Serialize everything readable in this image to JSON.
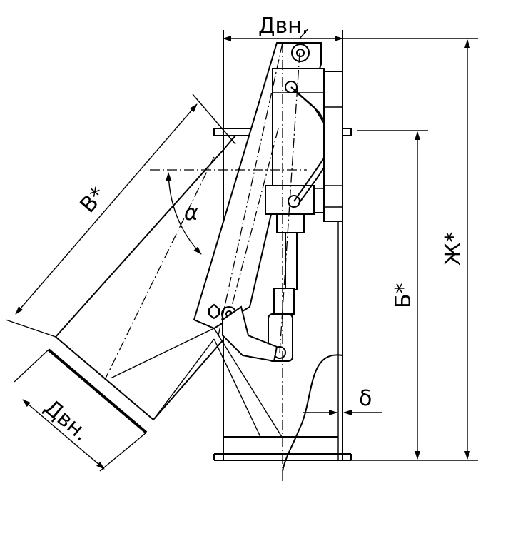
{
  "drawing": {
    "labels": {
      "d_top": "Двн.",
      "d_bottom": "Двн.",
      "dim_v": "В*",
      "dim_b": "Б*",
      "dim_zh": "Ж*",
      "angle": "α",
      "delta": "δ"
    }
  }
}
